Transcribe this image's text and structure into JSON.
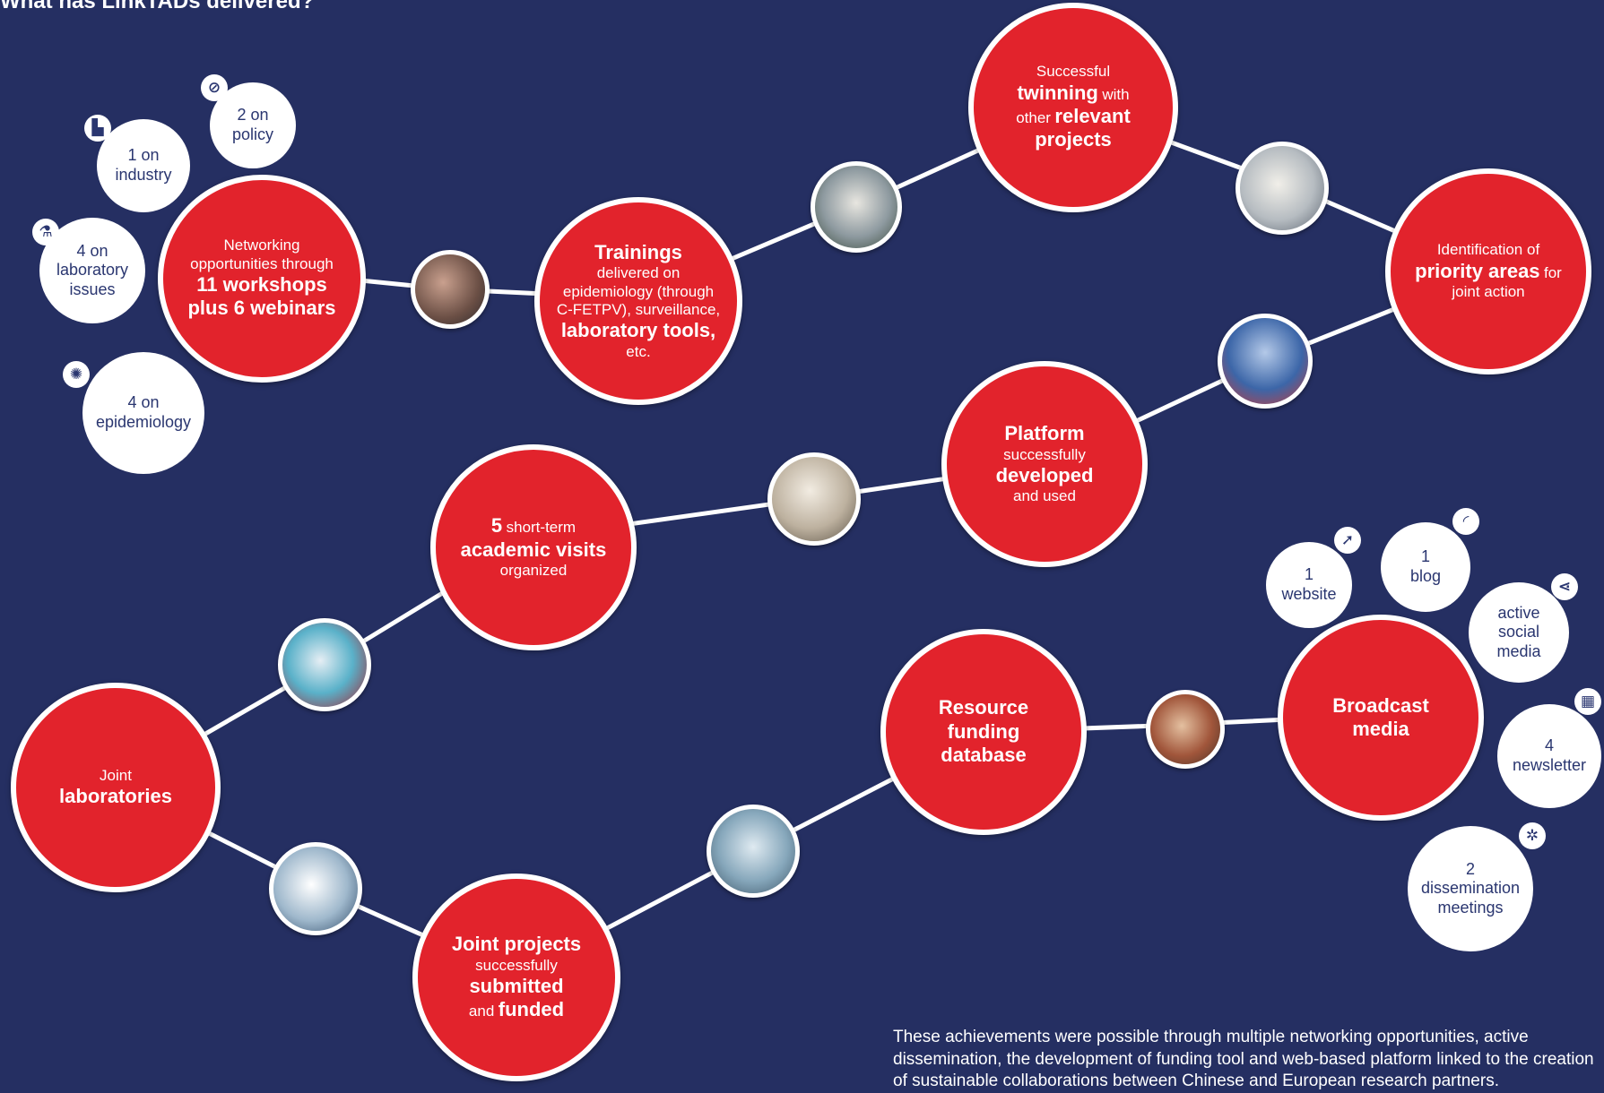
{
  "title": "What has LinkTADs delivered?",
  "footer": "These achievements were possible through multiple networking opportunities, active dissemination, the development of funding tool and web-based platform linked to the creation of sustainable collaborations between Chinese and European research partners.",
  "colors": {
    "background": "#252f62",
    "accent": "#e2232c",
    "text_dark": "#2a3670"
  },
  "networking": {
    "red": {
      "l1": "Networking",
      "l2": "opportunities through",
      "l3": "11 workshops",
      "l4": "plus 6 webinars"
    },
    "policy": {
      "l1": "2 on",
      "l2": "policy",
      "icon": "prohibited-icon"
    },
    "industry": {
      "l1": "1 on",
      "l2": "industry",
      "icon": "factory-icon"
    },
    "lab": {
      "l1": "4 on",
      "l2": "laboratory",
      "l3": "issues",
      "icon": "flask-icon"
    },
    "epi": {
      "l1": "4 on",
      "l2": "epidemiology",
      "icon": "virus-icon"
    }
  },
  "trainings": {
    "l1": "Trainings",
    "l2": "delivered on",
    "l3": "epidemiology (through",
    "l4": "C-FETPV), surveillance,",
    "l5": "laboratory tools,",
    "l6": "etc."
  },
  "twinning": {
    "l1": "Successful",
    "l2a": "twinning",
    "l2b": "with",
    "l3a": "other",
    "l3b": "relevant",
    "l4": "projects"
  },
  "priority": {
    "l1": "Identification of",
    "l2a": "priority areas",
    "l2b": "for",
    "l3": "joint action"
  },
  "platform": {
    "l1": "Platform",
    "l2": "successfully",
    "l3": "developed",
    "l4": "and used"
  },
  "academic": {
    "l1a": "5",
    "l1b": "short-term",
    "l2": "academic visits",
    "l3": "organized"
  },
  "joint_labs": {
    "l1": "Joint",
    "l2": "laboratories"
  },
  "joint_projects": {
    "l1": "Joint projects",
    "l2": "successfully",
    "l3": "submitted",
    "l4a": "and",
    "l4b": "funded"
  },
  "resource": {
    "l1": "Resource",
    "l2": "funding",
    "l3": "database"
  },
  "broadcast": {
    "red": {
      "l1": "Broadcast",
      "l2": "media"
    },
    "website": {
      "l1": "1",
      "l2": "website",
      "icon": "cursor-icon"
    },
    "blog": {
      "l1": "1",
      "l2": "blog",
      "icon": "rss-icon"
    },
    "social": {
      "l1": "active",
      "l2": "social",
      "l3": "media",
      "icon": "share-icon"
    },
    "newsletter": {
      "l1": "4",
      "l2": "newsletter",
      "icon": "newspaper-icon"
    },
    "meetings": {
      "l1": "2",
      "l2": "dissemination",
      "l3": "meetings",
      "icon": "network-icon"
    }
  },
  "photos": [
    {
      "name": "photo-pig-farm",
      "alt": "pig farm inspection"
    },
    {
      "name": "photo-team-field",
      "alt": "team in field"
    },
    {
      "name": "photo-lab-microscope",
      "alt": "laboratory microscope"
    },
    {
      "name": "photo-test-tubes",
      "alt": "test tubes"
    },
    {
      "name": "photo-sheep",
      "alt": "sheep"
    },
    {
      "name": "photo-blood-sample",
      "alt": "blood sample"
    },
    {
      "name": "photo-microscope",
      "alt": "microscope"
    },
    {
      "name": "photo-pipette",
      "alt": "pipette"
    },
    {
      "name": "photo-poultry",
      "alt": "poultry"
    }
  ]
}
